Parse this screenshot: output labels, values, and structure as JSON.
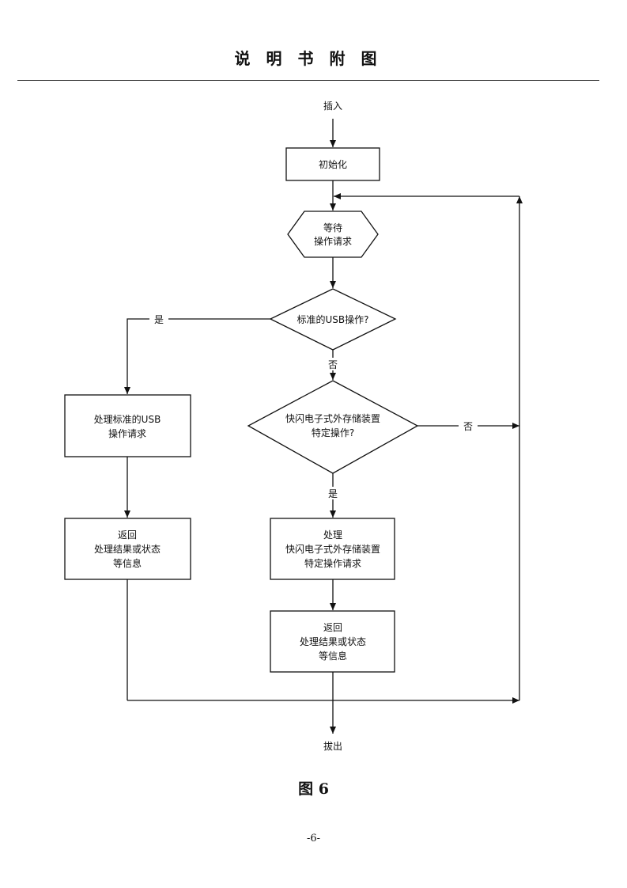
{
  "header": {
    "title": "说明书附图"
  },
  "flowchart": {
    "start_label": "插入",
    "init": "初始化",
    "wait": [
      "等待",
      "操作请求"
    ],
    "decision_usb": "标准的USB操作?",
    "decision_flash": [
      "快闪电子式外存储装置",
      "特定操作?"
    ],
    "process_usb": [
      "处理标准的USB",
      "操作请求"
    ],
    "return_left": [
      "返回",
      "处理结果或状态",
      "等信息"
    ],
    "process_flash": [
      "处理",
      "快闪电子式外存储装置",
      "特定操作请求"
    ],
    "return_right": [
      "返回",
      "处理结果或状态",
      "等信息"
    ],
    "end_label": "拔出",
    "yes": "是",
    "no": "否"
  },
  "footer": {
    "figure_caption": "图 6",
    "page_number": "-6-"
  }
}
